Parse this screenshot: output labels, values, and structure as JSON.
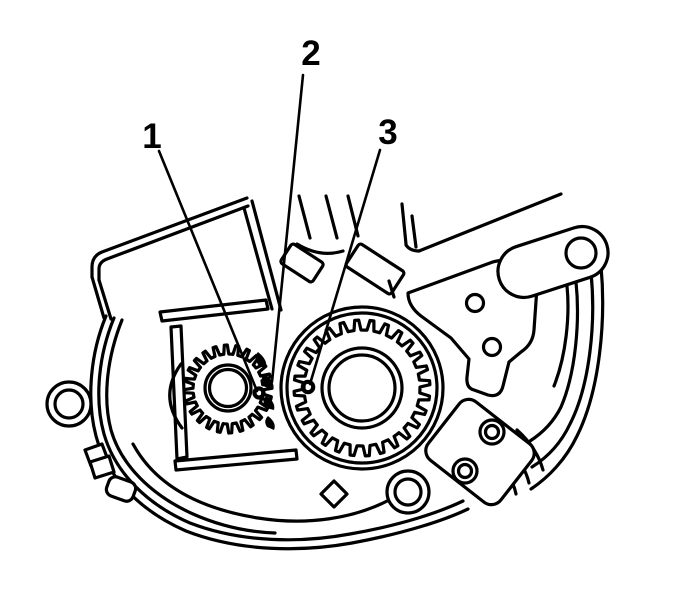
{
  "diagram": {
    "kind": "engine-front-cover-gear-alignment-illustration",
    "callouts": [
      {
        "number": "1"
      },
      {
        "number": "2"
      },
      {
        "number": "3"
      }
    ]
  },
  "colors": {
    "line_color": "#000000",
    "background_color": "#ffffff"
  }
}
